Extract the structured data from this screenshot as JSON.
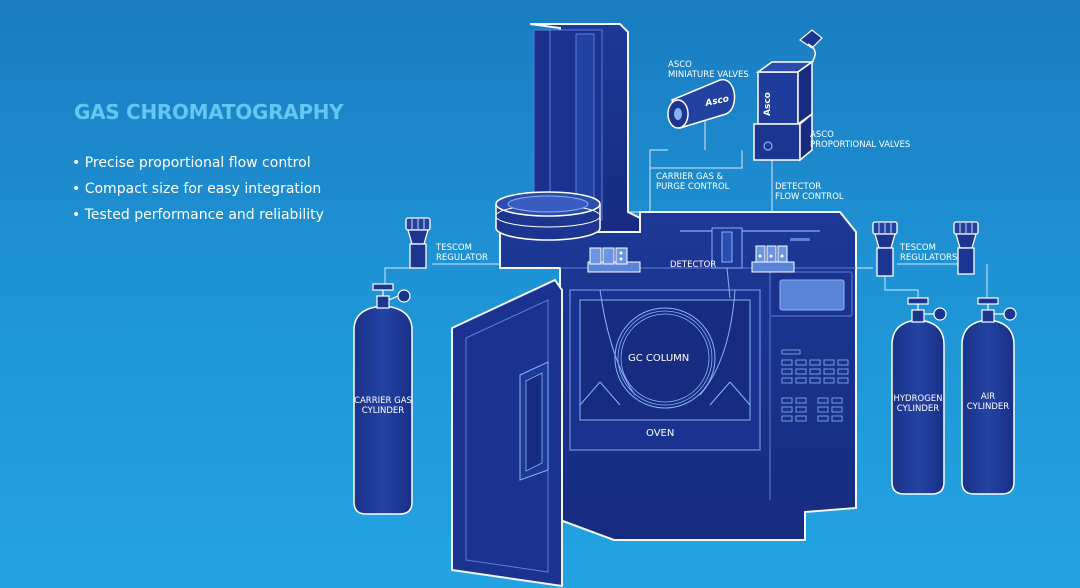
{
  "title": "GAS CHROMATOGRAPHY",
  "bullets": [
    "Precise proportional flow control",
    "Compact size for easy integration",
    "Tested performance and reliability"
  ],
  "labels": {
    "asco_miniature": [
      "ASCO",
      "MINIATURE VALVES"
    ],
    "asco_proportional": [
      "ASCO",
      "PROPORTIONAL VALVES"
    ],
    "carrier_purge": [
      "CARRIER GAS &",
      "PURGE CONTROL"
    ],
    "detector_flow": [
      "DETECTOR",
      "FLOW CONTROL"
    ],
    "tescom_regulator": [
      "TESCOM",
      "REGULATOR"
    ],
    "tescom_regulators": [
      "TESCOM",
      "REGULATORS"
    ],
    "detector": "DETECTOR",
    "gc_column": "GC COLUMN",
    "oven": "OVEN",
    "carrier_cylinder": [
      "CARRIER GAS",
      "CYLINDER"
    ],
    "hydrogen_cylinder": [
      "HYDROGEN",
      "CYLINDER"
    ],
    "air_cylinder": [
      "AIR",
      "CYLINDER"
    ],
    "asco_brand": "Asco"
  },
  "colors": {
    "body": "#1c3591",
    "body_dark": "#15297a",
    "outline": "#5d7fd6",
    "highlight": "#8ab4f0",
    "accent": "#62c8f2"
  }
}
